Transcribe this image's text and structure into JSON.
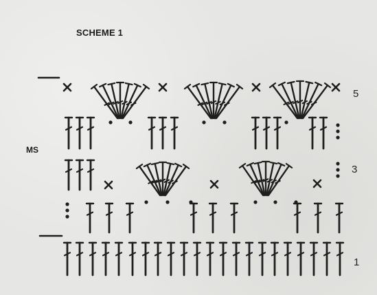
{
  "title": "SCHEME 1",
  "side_label": "MS",
  "row_numbers": [
    {
      "label": "5"
    },
    {
      "label": "3"
    },
    {
      "label": "1"
    }
  ]
}
